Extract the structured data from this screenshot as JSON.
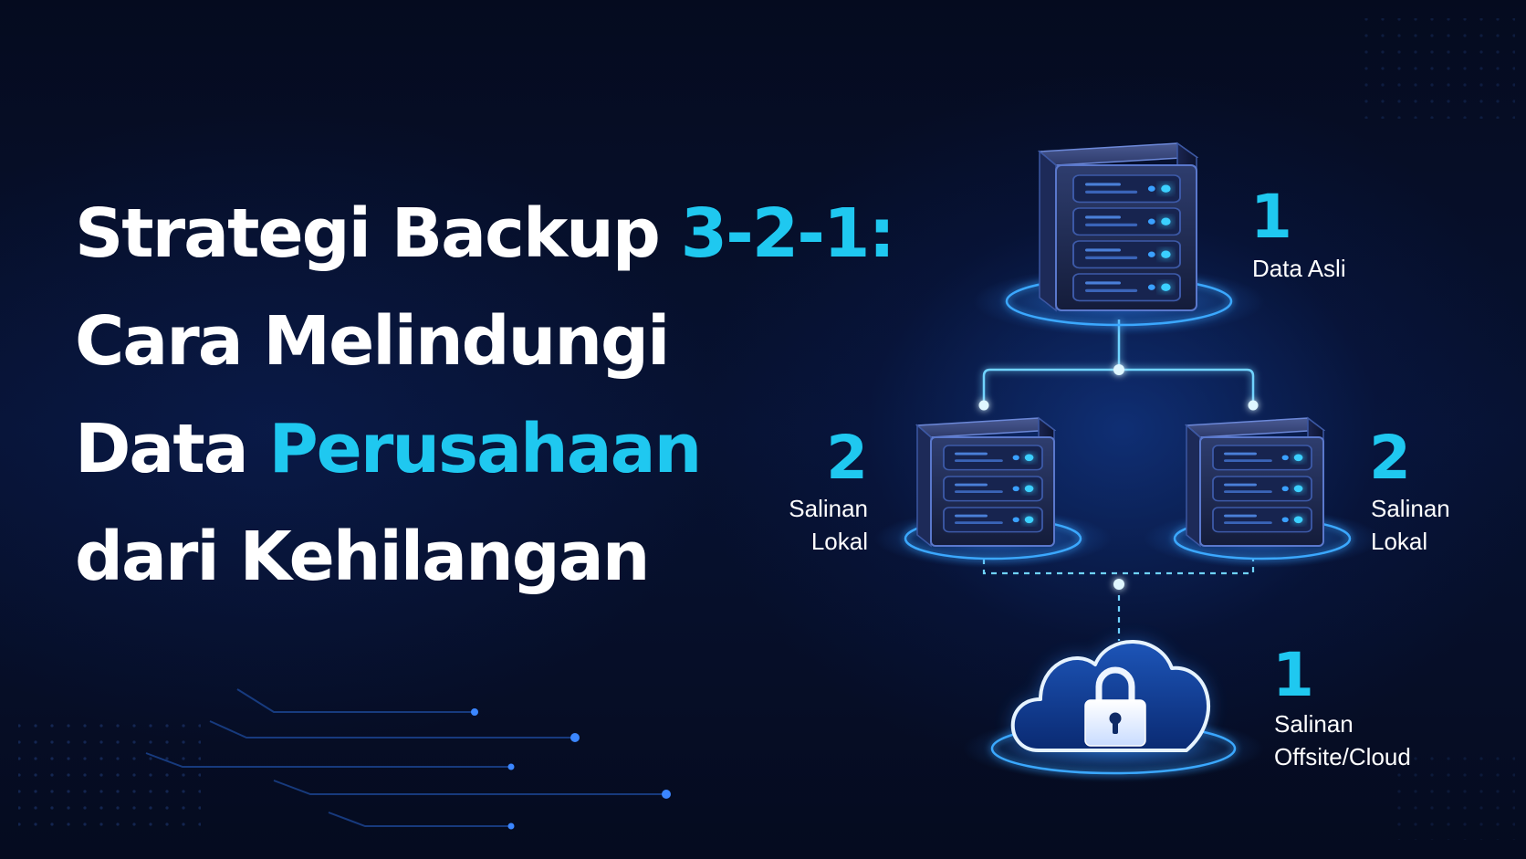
{
  "title": {
    "line1_white": "Strategi Backup ",
    "line1_accent": "3-2-1:",
    "line2": "Cara Melindungi",
    "line3_white": "Data ",
    "line3_accent": "Perusahaan",
    "line4": "dari Kehilangan"
  },
  "nodes": {
    "primary": {
      "count": "1",
      "label": "Data Asli"
    },
    "local_left": {
      "count": "2",
      "label_line1": "Salinan",
      "label_line2": "Lokal"
    },
    "local_right": {
      "count": "2",
      "label_line1": "Salinan",
      "label_line2": "Lokal"
    },
    "cloud": {
      "count": "1",
      "label_line1": "Salinan",
      "label_line2": "Offsite/Cloud"
    }
  },
  "colors": {
    "background": "#060d24",
    "accent": "#1fc8f0",
    "text": "#ffffff",
    "connector": "#6fd3ff",
    "glow": "#2f8cff"
  },
  "icons": [
    "server-icon",
    "cloud-icon",
    "lock-icon"
  ]
}
